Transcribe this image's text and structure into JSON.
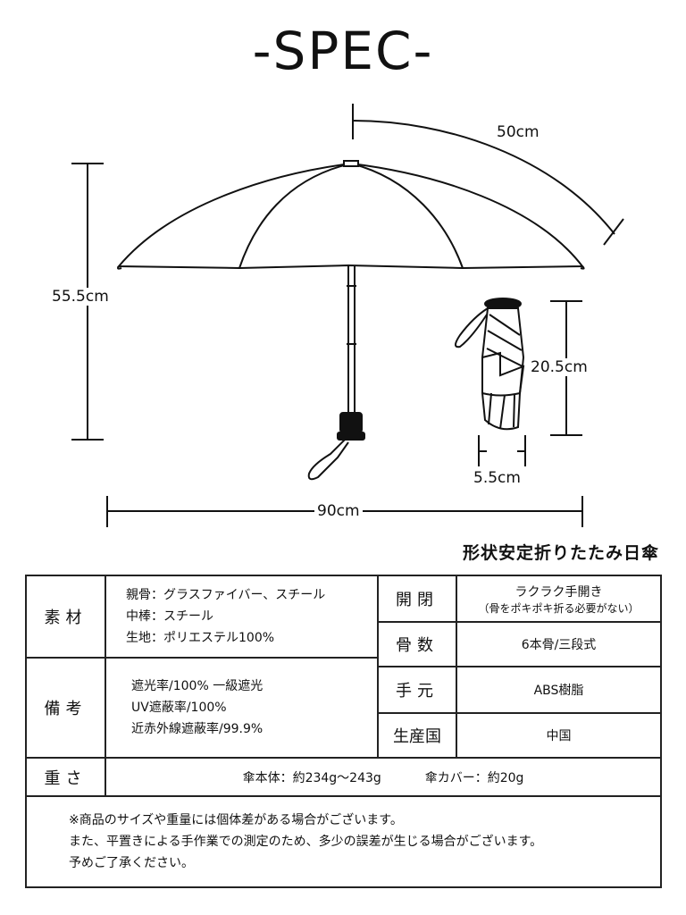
{
  "title": "-SPEC-",
  "dimensions": {
    "canopy_rib": "50cm",
    "open_height": "55.5cm",
    "open_width": "90cm",
    "folded_height": "20.5cm",
    "folded_width": "5.5cm"
  },
  "subtitle": "形状安定折りたたみ日傘",
  "spec": {
    "material": {
      "label": "素材",
      "lines": [
        "親骨：グラスファイバー、スチール",
        "中棒：スチール",
        "生地：ポリエステル100%"
      ]
    },
    "notes": {
      "label": "備考",
      "lines": [
        "遮光率/100%  一級遮光",
        "UV遮蔽率/100%",
        "近赤外線遮蔽率/99.9%"
      ]
    },
    "opening": {
      "label": "開閉",
      "value": "ラクラク手開き",
      "sub": "（骨をポキポキ折る必要がない）"
    },
    "ribs": {
      "label": "骨数",
      "value": "6本骨/三段式"
    },
    "handle": {
      "label": "手元",
      "value": "ABS樹脂"
    },
    "origin": {
      "label": "生産国",
      "value": "中国"
    },
    "weight": {
      "label": "重さ",
      "body": "傘本体：約234g～243g",
      "cover": "傘カバー：約20g"
    }
  },
  "disclaimer": [
    "※商品のサイズや重量には個体差がある場合がございます。",
    "また、平置きによる手作業での測定のため、多少の誤差が生じる場合がございます。",
    "予めご了承ください。"
  ]
}
